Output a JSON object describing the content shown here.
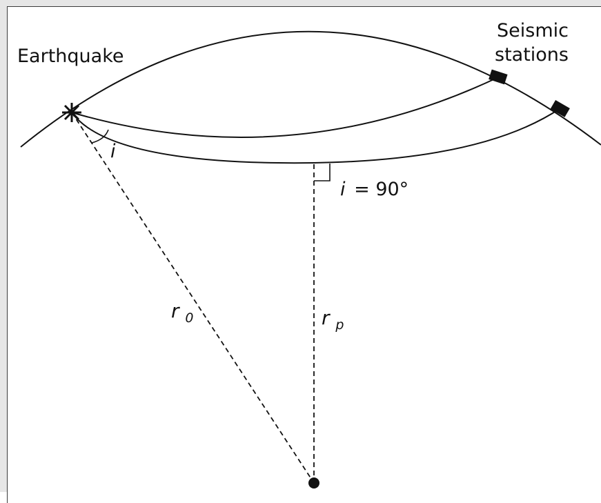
{
  "labels": {
    "earthquake": "Earthquake",
    "stations_line1": "Seismic",
    "stations_line2": "stations",
    "angle_i": "i",
    "right_angle_i": "i",
    "right_angle_eq": "= 90°",
    "r0_main": "r",
    "r0_sub": "0",
    "rp_main": "r",
    "rp_sub": "p"
  },
  "colors": {
    "stroke": "#111111",
    "frame": "#e6e6e6",
    "background": "#ffffff"
  }
}
